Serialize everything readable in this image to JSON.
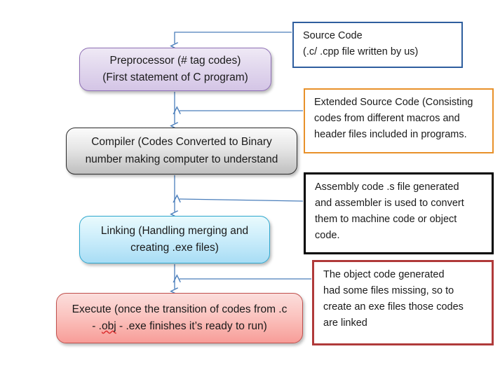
{
  "diagram": {
    "title": "C program compilation process flow",
    "colors": {
      "preprocessor_border": "#8e6fb5",
      "preprocessor_fill": "#d4c5e6",
      "compiler_border": "#2b2b2b",
      "compiler_fill": "#bfbfbf",
      "linking_border": "#2fa8cf",
      "linking_fill": "#a8ddf5",
      "execute_border": "#c0504d",
      "execute_fill": "#f79d98",
      "note_source_border": "#2e5e9e",
      "note_extended_border": "#e8912a",
      "note_assembly_border": "#000000",
      "note_object_border": "#b03a3a",
      "arrow": "#4a7ebb"
    },
    "flow_steps": [
      {
        "id": "preprocessor",
        "line1": "Preprocessor (# tag codes)",
        "line2": "(First statement of C program)"
      },
      {
        "id": "compiler",
        "line1": "Compiler (Codes Converted to Binary",
        "line2": "number making computer to understand"
      },
      {
        "id": "linking",
        "line1": "Linking (Handling merging and",
        "line2": "creating .exe files)"
      },
      {
        "id": "execute",
        "line1": "Execute (once the transition of codes from .c",
        "line2_before": "- .",
        "line2_spell": "obj",
        "line2_after": " - .exe finishes it’s ready to run)"
      }
    ],
    "notes": [
      {
        "id": "source-code",
        "line1": "Source Code",
        "line2": "(.c/ .cpp file written by us)"
      },
      {
        "id": "extended-source-code",
        "line1": "Extended Source Code (Consisting",
        "line2": "codes from different macros and",
        "line3": "header files included in programs."
      },
      {
        "id": "assembly-code",
        "line1": "Assembly code .s file generated",
        "line2": "and assembler is used to convert",
        "line3": "them to machine code or object",
        "line4": "code."
      },
      {
        "id": "object-code",
        "line1": "The object code generated",
        "line2": "had some files missing, so to",
        "line3": "create an exe files those codes",
        "line4": "are linked"
      }
    ],
    "connectors": [
      {
        "id": "source-to-preprocessor",
        "from": "source-code-note",
        "to": "preprocessor",
        "direction": "down"
      },
      {
        "id": "preprocessor-to-compiler",
        "from": "preprocessor",
        "to": "compiler",
        "direction": "down"
      },
      {
        "id": "extended-note-to-flow",
        "from": "extended-source-code-note",
        "to": "flow-line",
        "direction": "left"
      },
      {
        "id": "compiler-to-linking",
        "from": "compiler",
        "to": "linking",
        "direction": "down"
      },
      {
        "id": "assembly-note-to-flow",
        "from": "assembly-code-note",
        "to": "flow-line",
        "direction": "left"
      },
      {
        "id": "linking-to-execute",
        "from": "linking",
        "to": "execute",
        "direction": "down"
      },
      {
        "id": "object-note-to-flow",
        "from": "object-code-note",
        "to": "flow-line",
        "direction": "left"
      }
    ]
  }
}
